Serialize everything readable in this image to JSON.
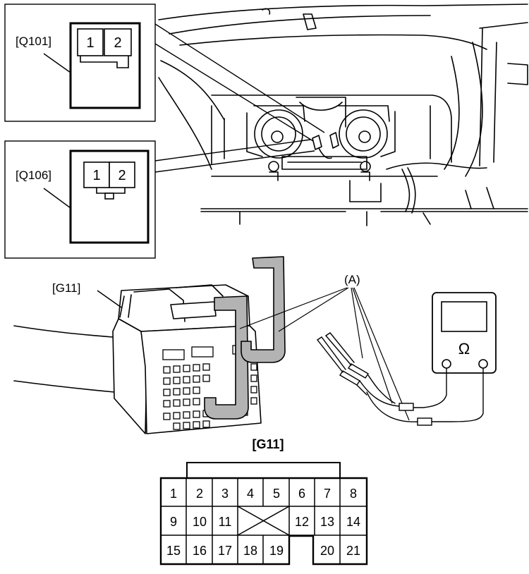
{
  "labels": {
    "q101": "[Q101]",
    "q106": "[Q106]",
    "g11_connector": "[G11]",
    "a_probes": "(A)",
    "g11_title": "[G11]",
    "ohm_symbol": "Ω"
  },
  "q101_pins": [
    "1",
    "2"
  ],
  "q106_pins": [
    "1",
    "2"
  ],
  "g11_pins": {
    "row1": [
      "1",
      "2",
      "3",
      "4",
      "5",
      "6",
      "7",
      "8"
    ],
    "row2": [
      "9",
      "10",
      "11",
      "12",
      "13",
      "14"
    ],
    "row3": [
      "15",
      "16",
      "17",
      "18",
      "19",
      "20",
      "21"
    ]
  }
}
